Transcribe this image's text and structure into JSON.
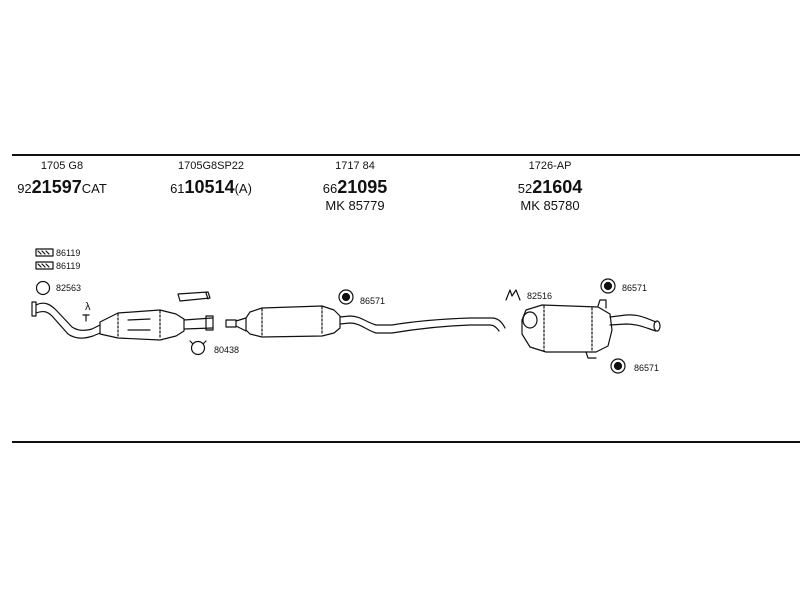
{
  "headers": [
    {
      "code": "1705 G8",
      "prefix": "92",
      "number": "21597",
      "suffix": "CAT",
      "mk": ""
    },
    {
      "code": "1705G8SP22",
      "prefix": "61",
      "number": "10514",
      "suffix": "(A)",
      "mk": ""
    },
    {
      "code": "1717 84",
      "prefix": "66",
      "number": "21095",
      "suffix": "",
      "mk": "MK 85779"
    },
    {
      "code": "1726-AP",
      "prefix": "52",
      "number": "21604",
      "suffix": "",
      "mk": "MK 85780"
    }
  ],
  "labels": {
    "clamp_a": "86119",
    "clamp_b": "86119",
    "gasket": "82563",
    "lambda": "λ",
    "ring": "80438",
    "hanger_mid": "86571",
    "clip_rear": "82516",
    "hanger_rear_top": "86571",
    "hanger_rear_bottom": "86571"
  }
}
